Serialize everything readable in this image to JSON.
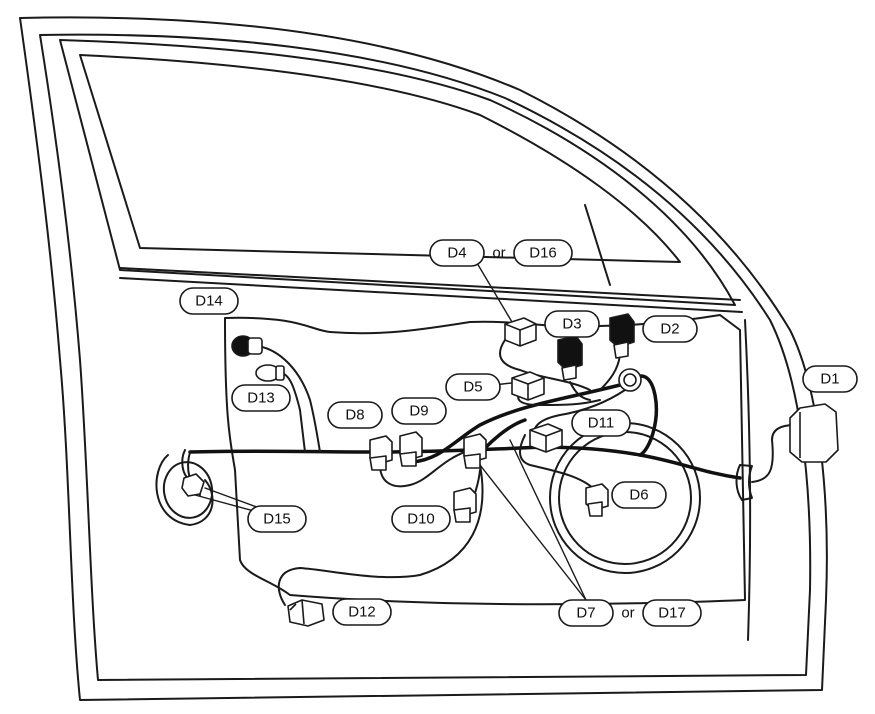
{
  "diagram": {
    "connectors": {
      "D1": "D1",
      "D2": "D2",
      "D3": "D3",
      "D4": "D4",
      "D5": "D5",
      "D6": "D6",
      "D7": "D7",
      "D8": "D8",
      "D9": "D9",
      "D10": "D10",
      "D11": "D11",
      "D12": "D12",
      "D13": "D13",
      "D14": "D14",
      "D15": "D15",
      "D16": "D16",
      "D17": "D17"
    },
    "or_word": "or"
  }
}
